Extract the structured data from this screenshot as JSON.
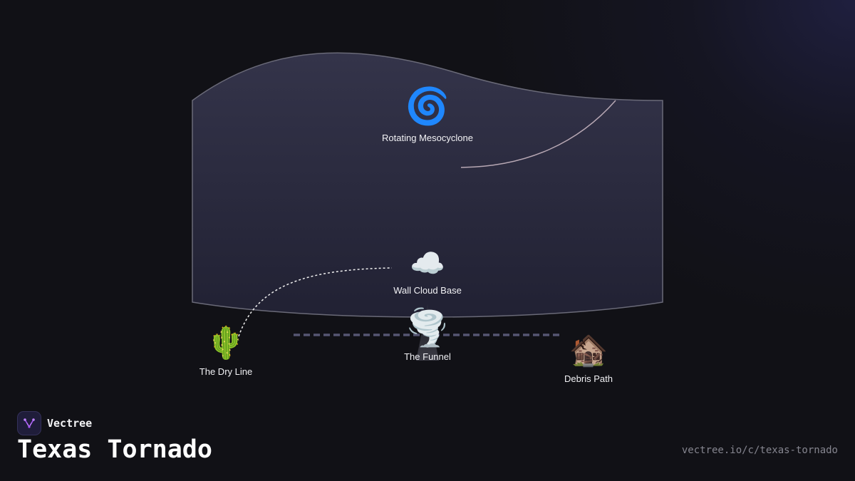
{
  "diagram": {
    "nodes": [
      {
        "id": "mesocyclone",
        "icon": "cyclone-icon",
        "glyph": "🌀",
        "label": "Rotating Mesocyclone"
      },
      {
        "id": "wall-cloud",
        "icon": "cloud-icon",
        "glyph": "☁️",
        "label": "Wall Cloud Base"
      },
      {
        "id": "funnel",
        "icon": "tornado-icon",
        "glyph": "🌪️",
        "label": "The Funnel"
      },
      {
        "id": "dry-line",
        "icon": "cactus-icon",
        "glyph": "🌵",
        "label": "The Dry Line"
      },
      {
        "id": "debris",
        "icon": "derelict-house-icon",
        "glyph": "🏚️",
        "label": "Debris Path"
      }
    ],
    "colors": {
      "storm_fill": "#2a2a3c",
      "storm_stroke": "#6a6a78",
      "arc": "#b8a8b4",
      "dashed_link": "#f0f0f0",
      "ground_line": "#565672",
      "accent": "#a855f7"
    }
  },
  "brand": {
    "name": "Vectree",
    "icon": "vectree-logo-icon"
  },
  "title": "Texas Tornado",
  "url": "vectree.io/c/texas-tornado"
}
